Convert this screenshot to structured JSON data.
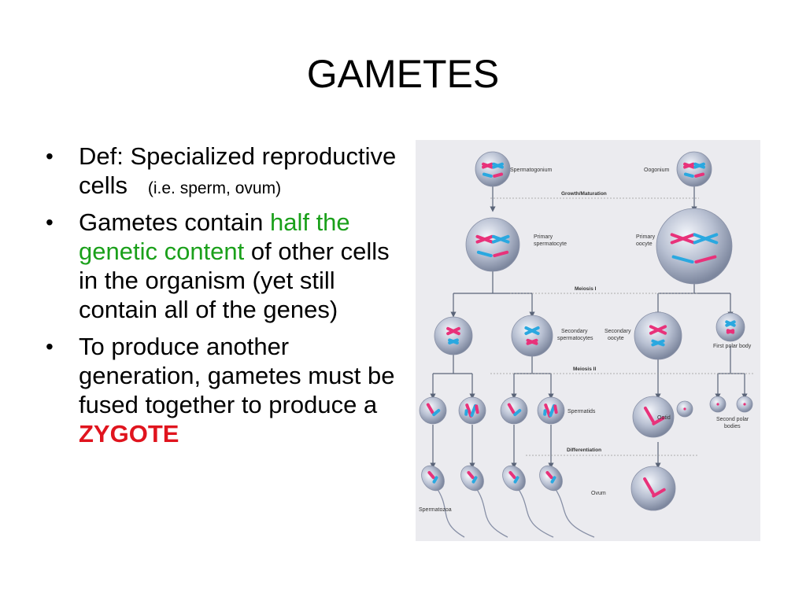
{
  "title": "GAMETES",
  "bullets": [
    {
      "part1": "Def: Specialized reproductive cells",
      "small": "(i.e. sperm, ovum)"
    },
    {
      "pre": "Gametes contain ",
      "highlight": "half the genetic content",
      "post": " of other cells in the organism (yet still contain all of the genes)"
    },
    {
      "pre": "To produce another generation, gametes must be fused together to produce a ",
      "highlight": "ZYGOTE"
    }
  ],
  "colors": {
    "highlight_green": "#1aa01a",
    "highlight_red": "#e0141e",
    "chromosome_pink": "#e8327a",
    "chromosome_blue": "#2aa8e0"
  },
  "diagram": {
    "labels": {
      "spermatogonium": "Spermatogonium",
      "oogonium": "Oogonium",
      "growth": "Growth/Maturation",
      "primary_spermatocyte_1": "Primary",
      "primary_spermatocyte_2": "spermatocyte",
      "primary_oocyte_1": "Primary",
      "primary_oocyte_2": "oocyte",
      "meiosis1": "Meiosis I",
      "secondary_spermatocytes_1": "Secondary",
      "secondary_spermatocytes_2": "spermatocytes",
      "secondary_oocyte_1": "Secondary",
      "secondary_oocyte_2": "oocyte",
      "first_polar_body": "First polar body",
      "meiosis2": "Meiosis II",
      "spermatids": "Spermatids",
      "ootid": "Ootid",
      "second_polar_1": "Second polar",
      "second_polar_2": "bodies",
      "differentiation": "Differentiation",
      "ovum": "Ovum",
      "spermatozoa": "Spermatozoa"
    }
  }
}
